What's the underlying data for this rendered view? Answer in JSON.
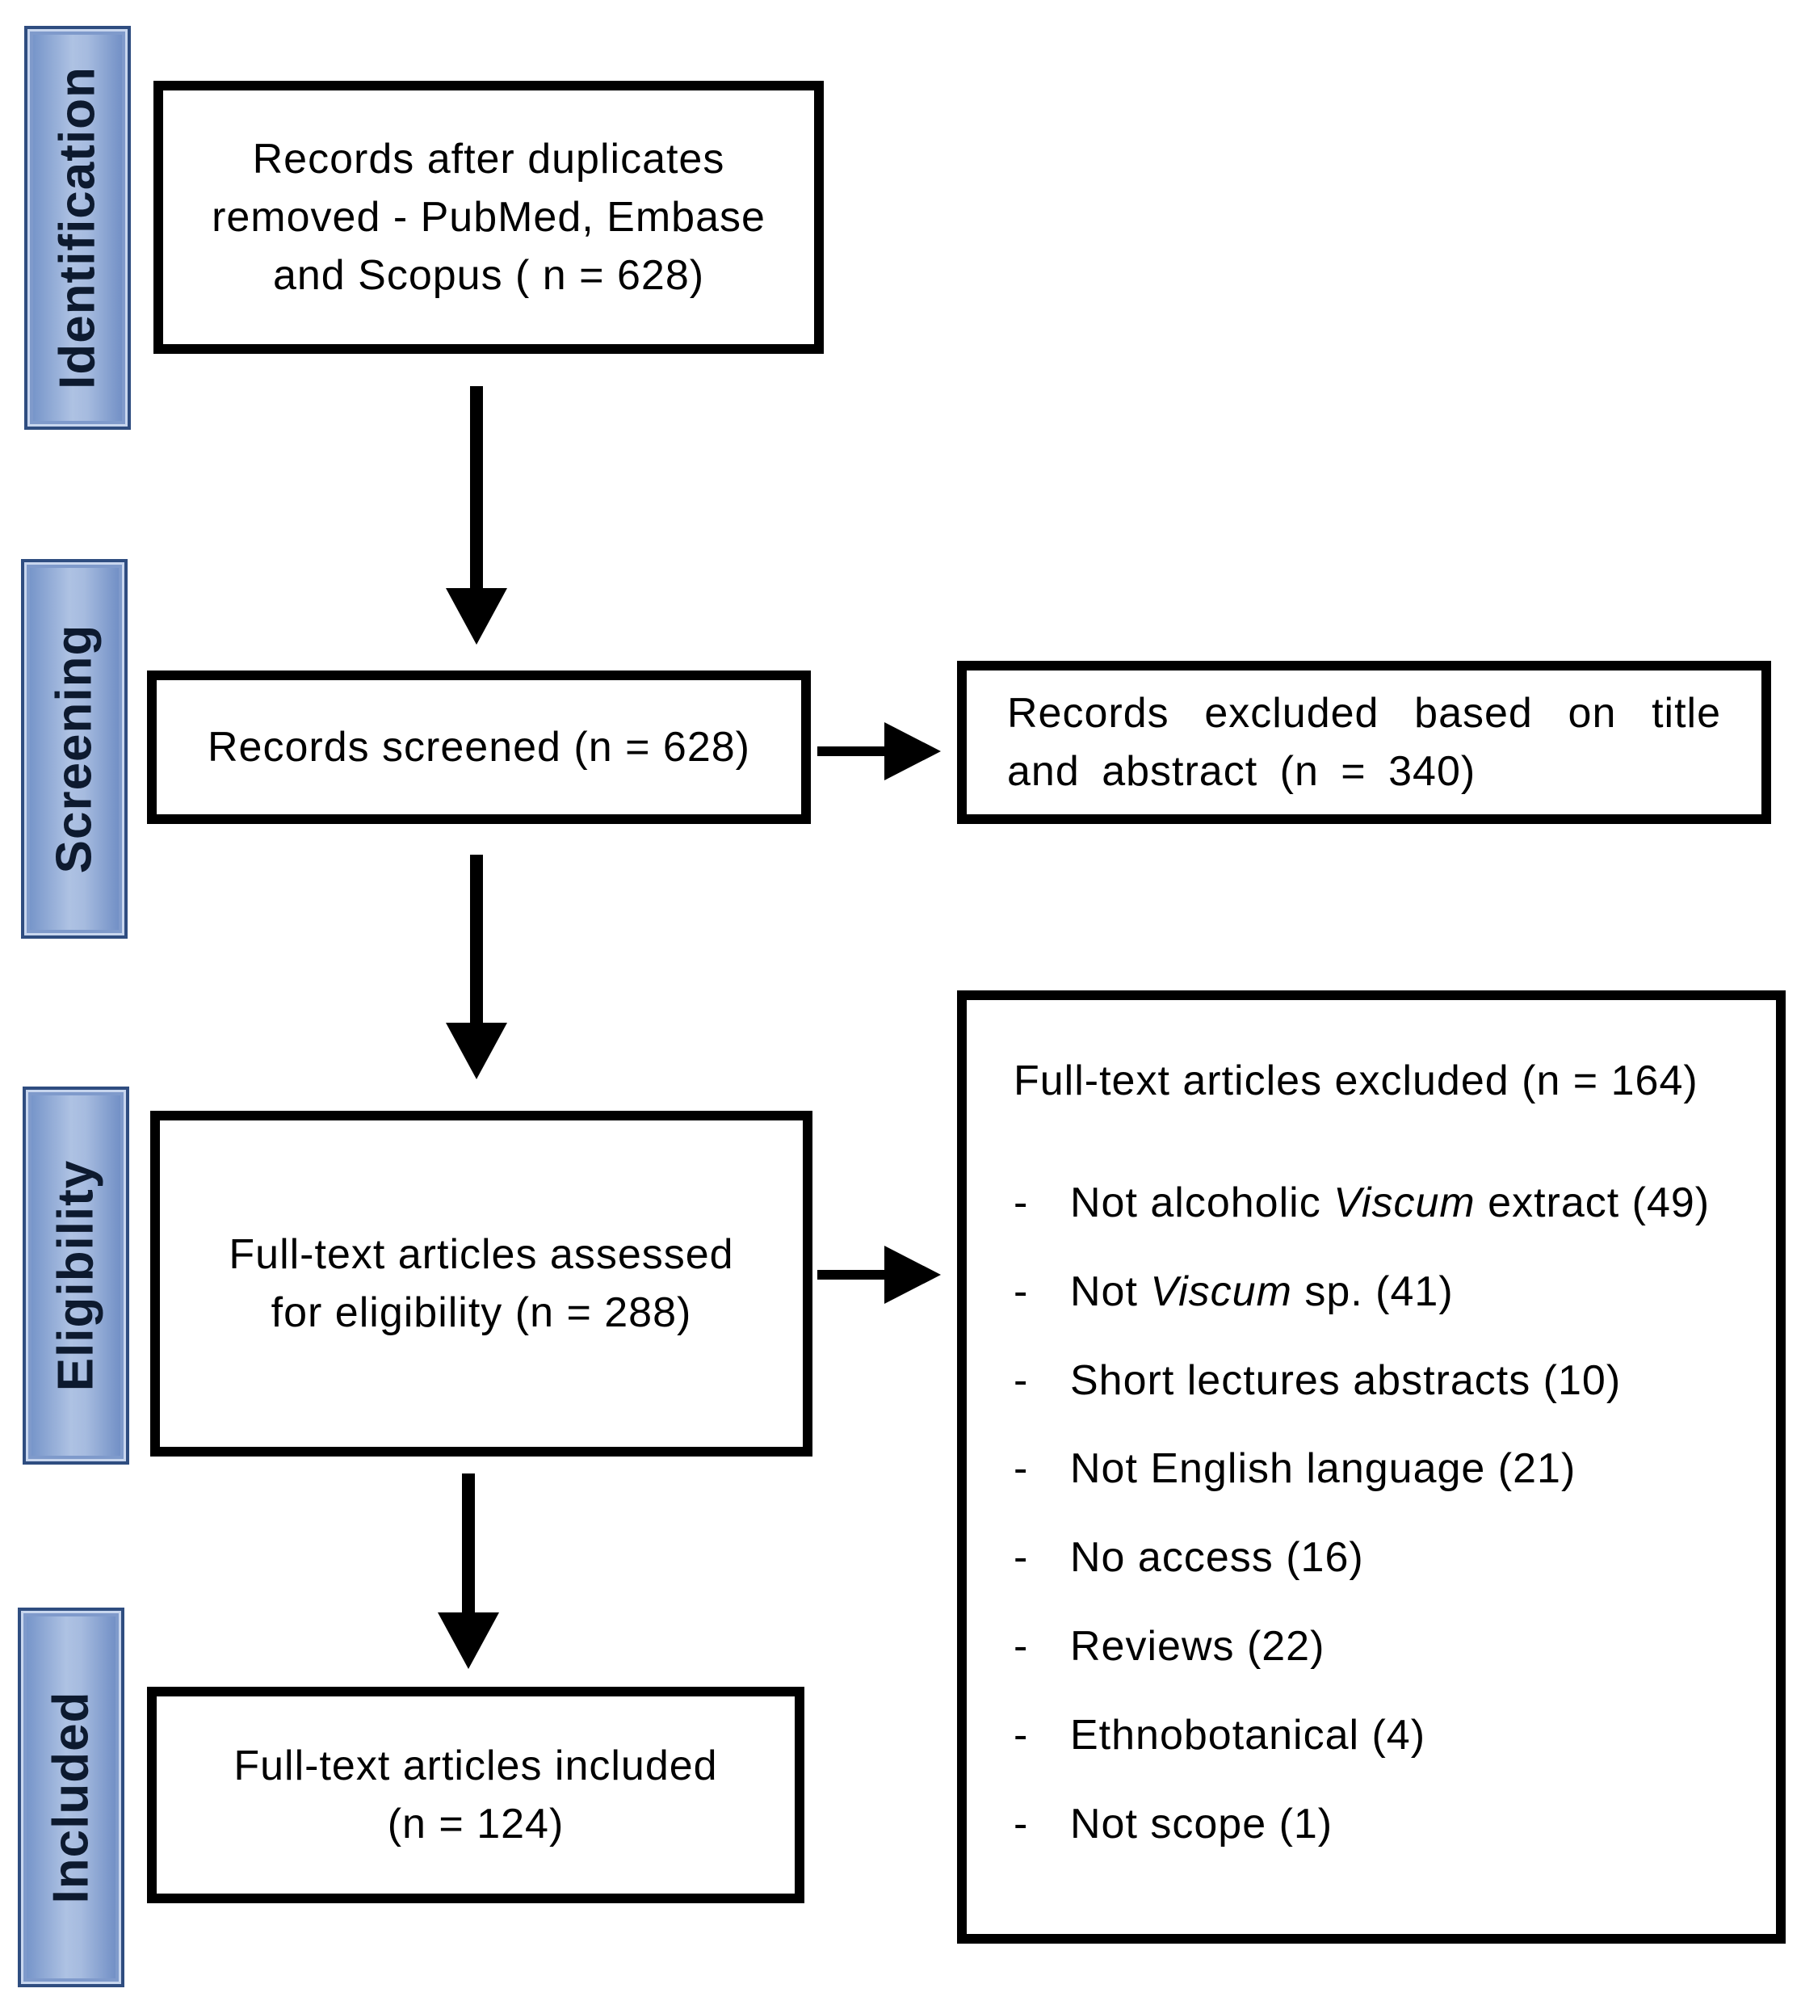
{
  "stages": {
    "identification": "Identification",
    "screening": "Screening",
    "eligibility": "Eligibility",
    "included": "Included"
  },
  "boxes": {
    "records_after_duplicates": "Records after duplicates removed - PubMed, Embase and Scopus ( n = 628)",
    "records_screened": "Records screened (n = 628)",
    "records_excluded": "Records excluded based on title and abstract (n = 340)",
    "full_text_assessed": "Full-text articles assessed for eligibility (n = 288)",
    "full_text_included": "Full-text articles included (n = 124)"
  },
  "exclusions": {
    "heading": "Full-text articles excluded (n = 164)",
    "reasons": [
      {
        "pre": "Not alcoholic ",
        "italic": "Viscum",
        "post": " extract (49)"
      },
      {
        "pre": "Not ",
        "italic": "Viscum",
        "post": " sp. (41)"
      },
      {
        "pre": "Short lectures abstracts (10)",
        "italic": "",
        "post": ""
      },
      {
        "pre": "Not English language (21)",
        "italic": "",
        "post": ""
      },
      {
        "pre": "No access (16)",
        "italic": "",
        "post": ""
      },
      {
        "pre": "Reviews (22)",
        "italic": "",
        "post": ""
      },
      {
        "pre": "Ethnobotanical (4)",
        "italic": "",
        "post": ""
      },
      {
        "pre": "Not scope (1)",
        "italic": "",
        "post": ""
      }
    ],
    "bullet": "-"
  }
}
